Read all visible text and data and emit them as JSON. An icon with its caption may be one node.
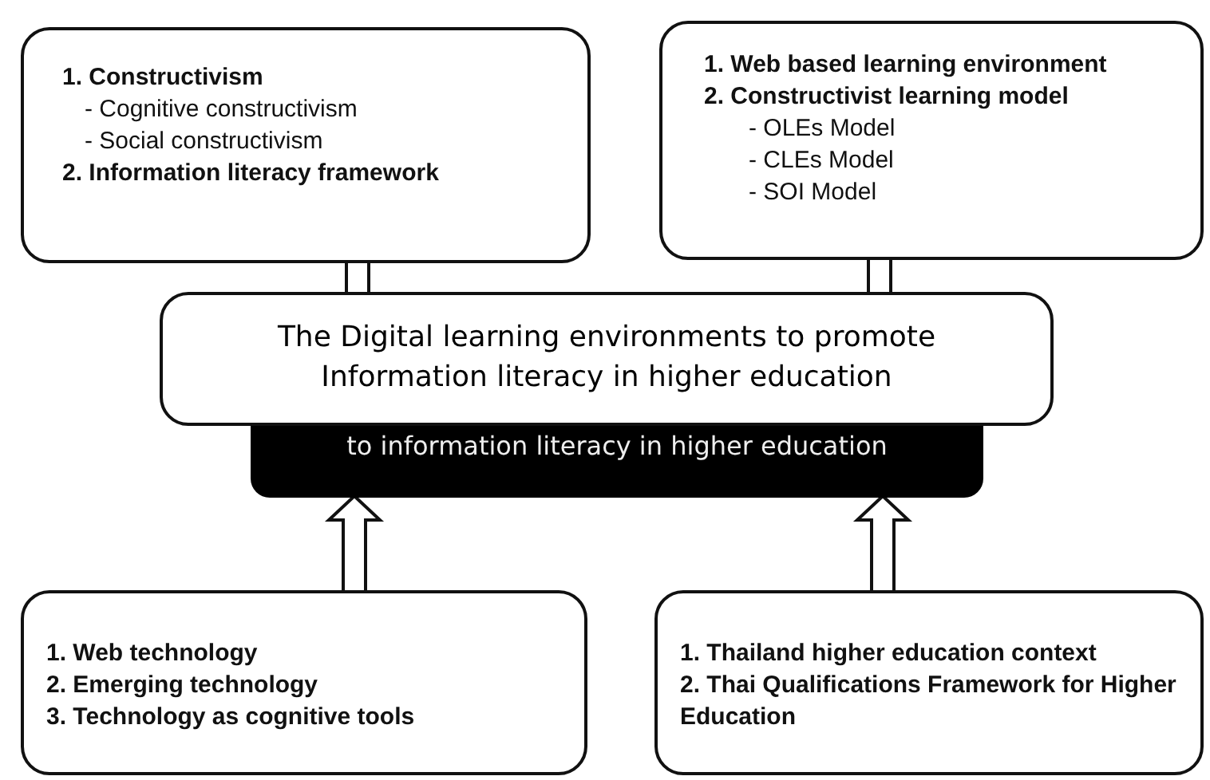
{
  "diagram": {
    "nodes": [
      {
        "text": [
          "1. Constructivism",
          "- Cognitive constructivism",
          "- Social constructivism",
          "2. Information literacy framework"
        ]
      },
      {
        "text": [
          "1. Web based learning environment",
          "2. Constructivist learning model",
          "- OLEs Model",
          "- CLEs Model",
          "- SOI Model"
        ]
      },
      {
        "text": [
          "The Digital learning environments to promote Information literacy in higher education"
        ]
      },
      {
        "text": [
          "to information literacy in higher education"
        ]
      },
      {
        "text": [
          "1. Web technology",
          "2. Emerging technology",
          "3. Technology as cognitive tools"
        ]
      },
      {
        "text": [
          "1. Thailand higher education context",
          "2. Thai Qualifications Framework for Higher Education"
        ]
      }
    ],
    "edges": [
      {
        "from": 0,
        "to": 2,
        "arrow": "none"
      },
      {
        "from": 1,
        "to": 2,
        "arrow": "none"
      },
      {
        "from": 4,
        "to": 3,
        "arrow": "to"
      },
      {
        "from": 5,
        "to": 3,
        "arrow": "to"
      }
    ]
  }
}
